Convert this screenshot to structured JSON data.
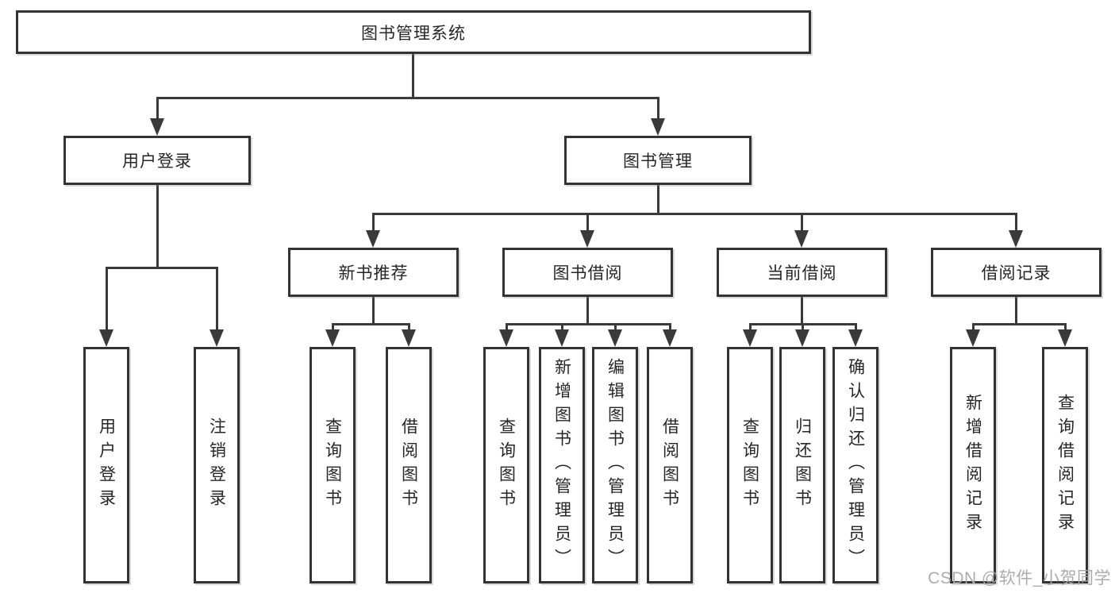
{
  "diagram": {
    "root": "图书管理系统",
    "user_login": "用户登录",
    "book_management": "图书管理",
    "new_book_recommend": "新书推荐",
    "book_borrow": "图书借阅",
    "current_borrow": "当前借阅",
    "borrow_records": "借阅记录",
    "leaf_user_login": "用户登录",
    "leaf_logout": "注销登录",
    "recommend_query_books": "查询图书",
    "recommend_borrow_books": "借阅图书",
    "borrow_query_books": "查询图书",
    "borrow_add_books_admin": "新增图书（管理员）",
    "borrow_edit_books_admin": "编辑图书（管理员）",
    "borrow_borrow_books": "借阅图书",
    "current_query_books": "查询图书",
    "current_return_books": "归还图书",
    "current_confirm_return_admin": "确认归还（管理员）",
    "records_add_record": "新增借阅记录",
    "records_query_record": "查询借阅记录"
  },
  "watermark": "CSDN @软件_小贺同学",
  "colors": {
    "background": "#ffffff",
    "box_border": "#333333",
    "line": "#3a3a3a",
    "text": "#262626",
    "watermark": "#a8a8a8"
  }
}
